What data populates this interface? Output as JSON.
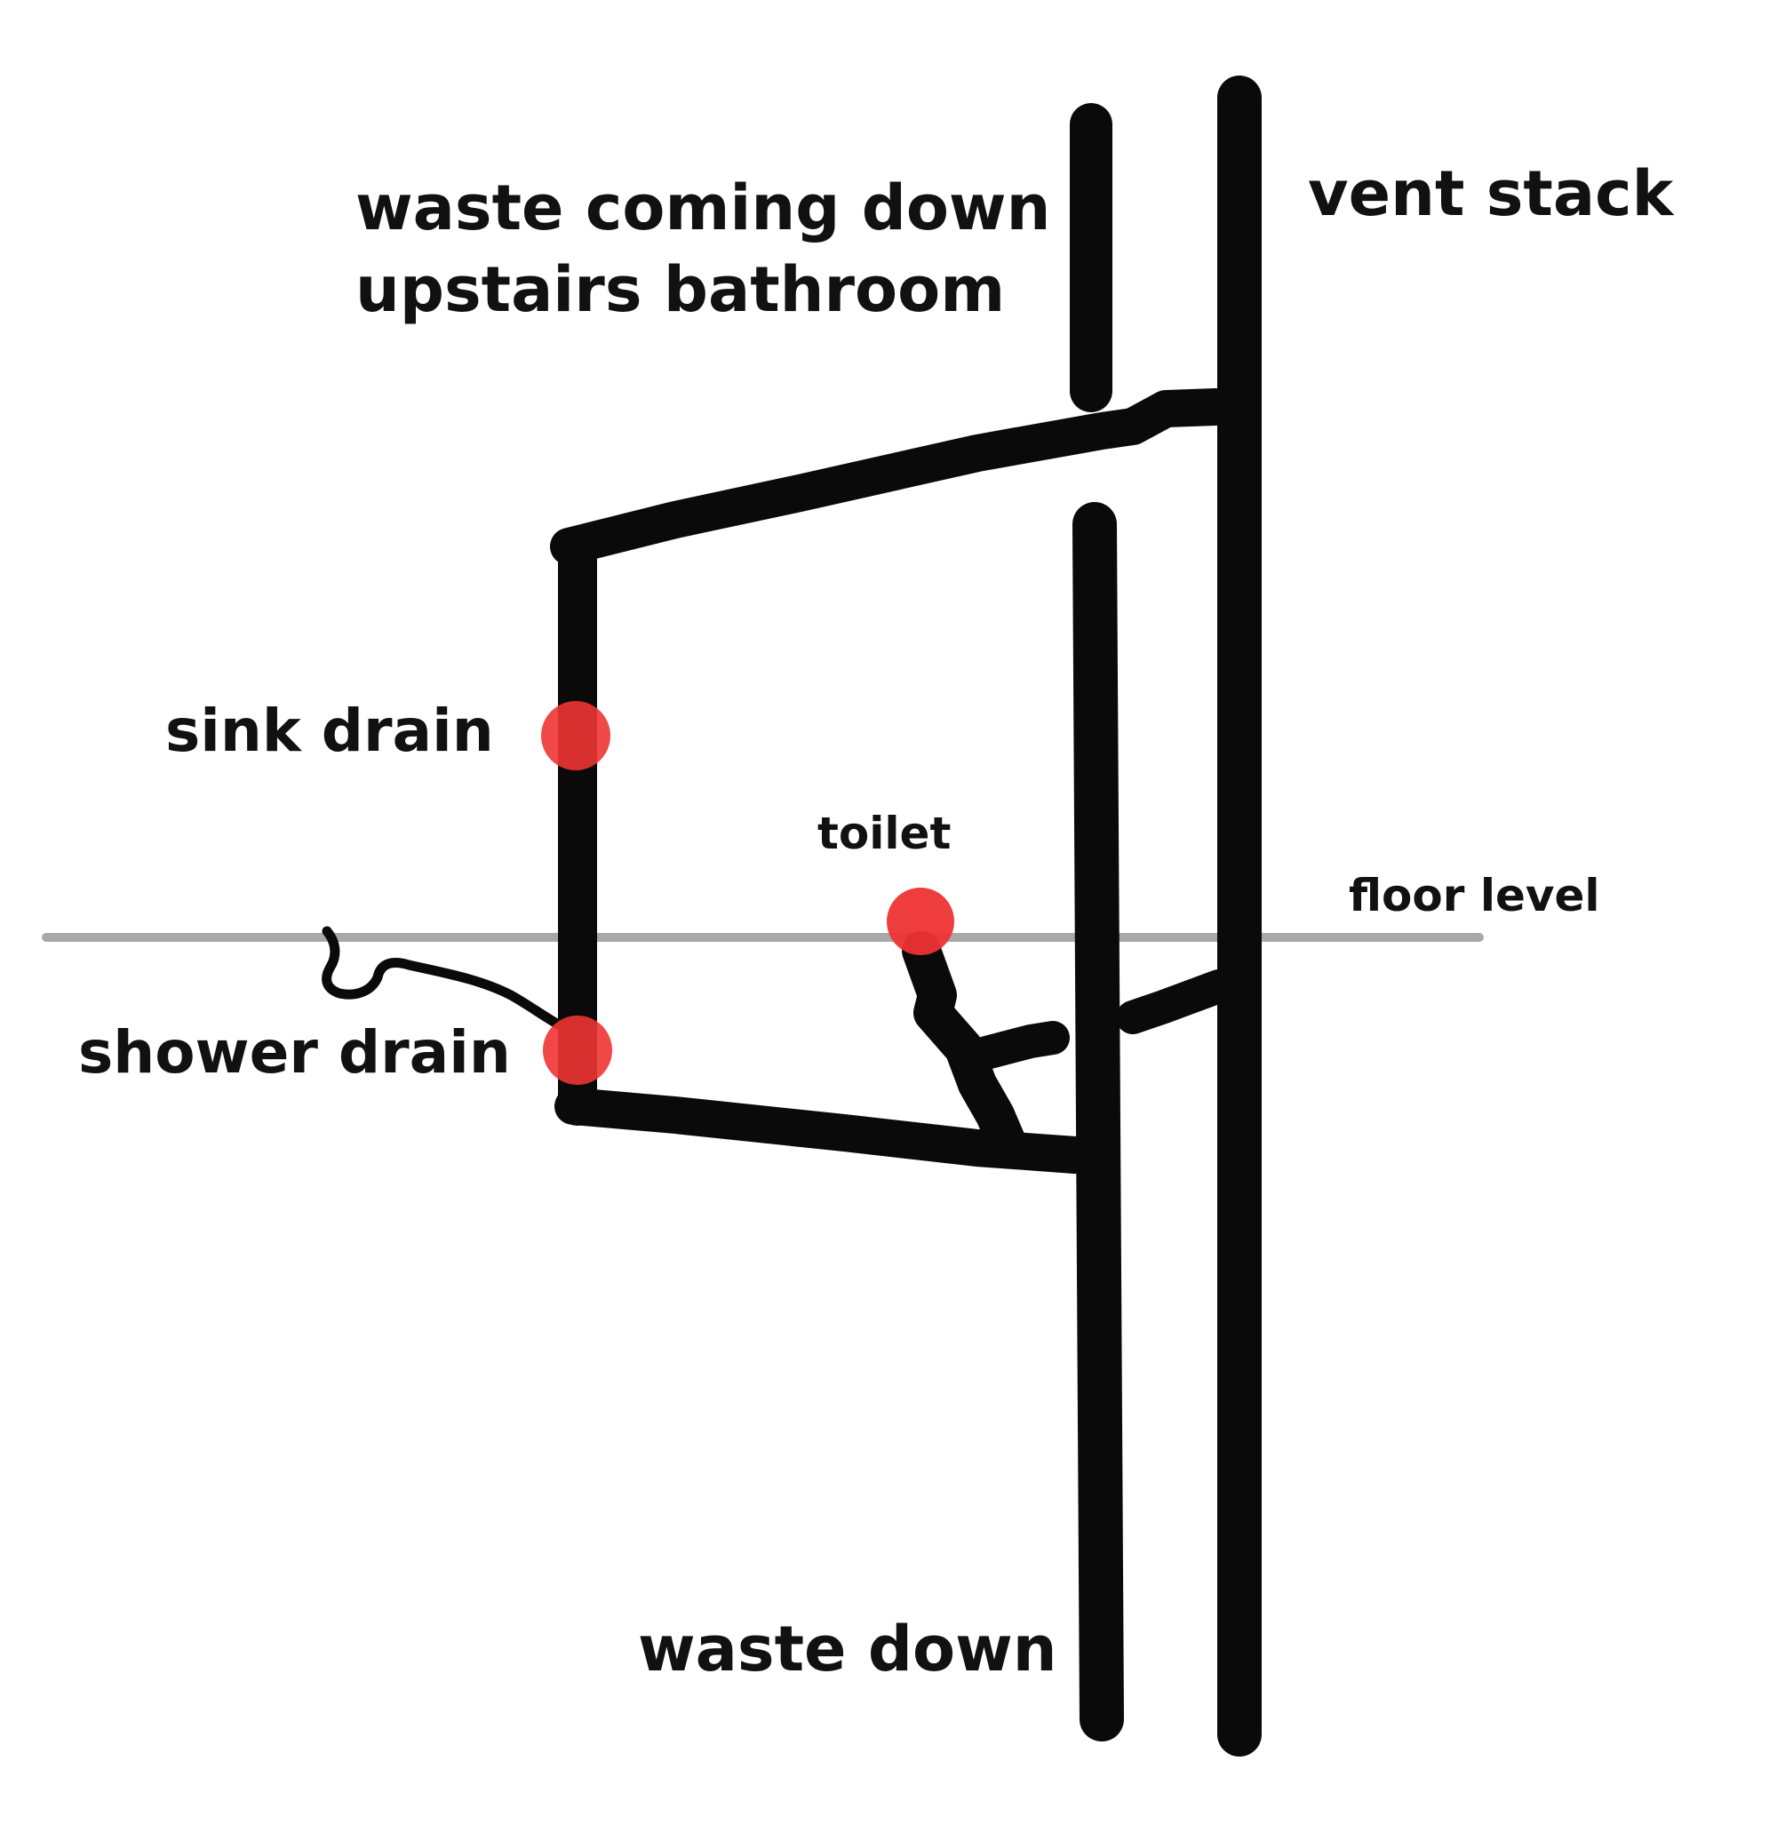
{
  "labels": {
    "waste_upstairs_line1": "waste coming down",
    "waste_upstairs_line2": "upstairs bathroom",
    "vent_stack": "vent stack",
    "sink_drain": "sink drain",
    "toilet": "toilet",
    "floor_level": "floor level",
    "shower_drain": "shower drain",
    "waste_down": "waste down"
  },
  "colors": {
    "pipe": "#0a0a0a",
    "marker": "#ee3333",
    "floor_line": "#9a9a9a",
    "text": "#111111",
    "background": "#ffffff"
  }
}
